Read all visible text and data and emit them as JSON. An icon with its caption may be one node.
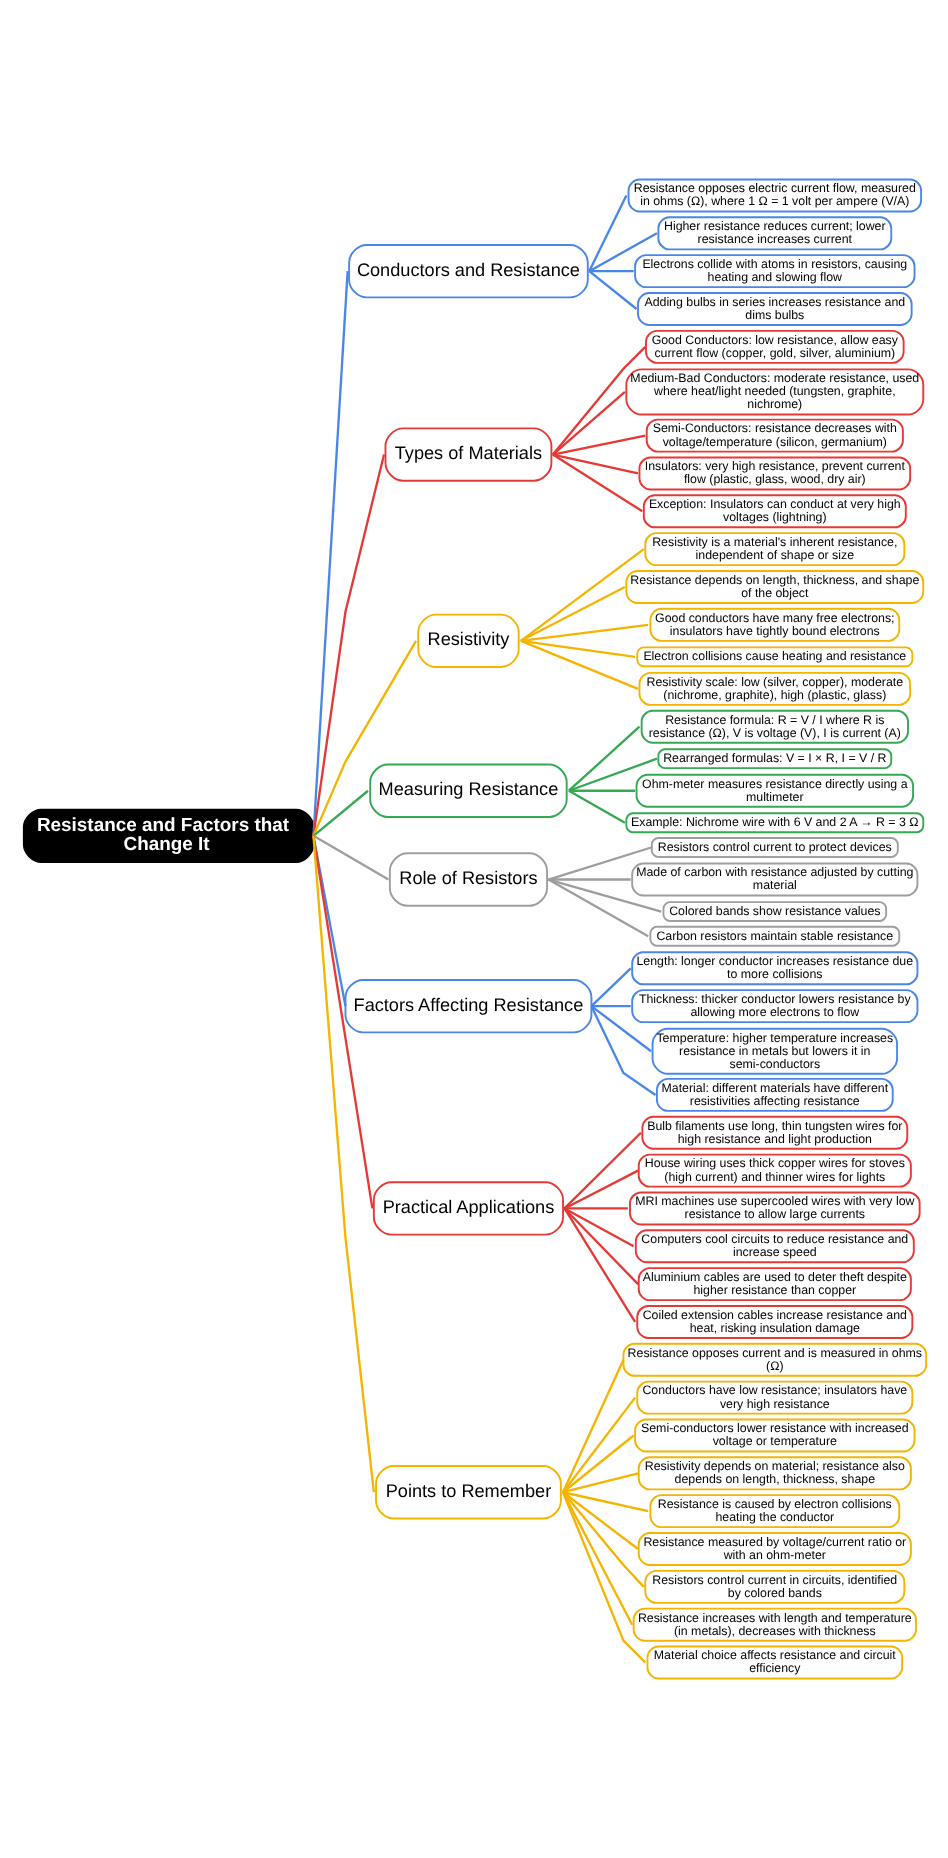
{
  "diagram": {
    "nodes": [
      {
        "text": [
          "Resistance and Factors that Change It"
        ]
      },
      {
        "text": [
          "Conductors and Resistance"
        ]
      },
      {
        "text": [
          "Resistance opposes electric current flow, measured in ohms (Ω), where 1 Ω = 1 volt per ampere (V/A)"
        ]
      },
      {
        "text": [
          "Higher resistance reduces current; lower resistance increases current"
        ]
      },
      {
        "text": [
          "Electrons collide with atoms in resistors, causing heating and slowing flow"
        ]
      },
      {
        "text": [
          "Adding bulbs in series increases resistance and dims bulbs"
        ]
      },
      {
        "text": [
          "Types of Materials"
        ]
      },
      {
        "text": [
          "Good Conductors: low resistance, allow easy current flow (copper, gold, silver, aluminium)"
        ]
      },
      {
        "text": [
          "Medium-Bad Conductors: moderate resistance, used where heat/light needed (tungsten, graphite, nichrome)"
        ]
      },
      {
        "text": [
          "Semi-Conductors: resistance decreases with voltage/temperature (silicon, germanium)"
        ]
      },
      {
        "text": [
          "Insulators: very high resistance, prevent current flow (plastic, glass, wood, dry air)"
        ]
      },
      {
        "text": [
          "Exception: Insulators can conduct at very high voltages (lightning)"
        ]
      },
      {
        "text": [
          "Resistivity"
        ]
      },
      {
        "text": [
          "Resistivity is a material's inherent resistance, independent of shape or size"
        ]
      },
      {
        "text": [
          "Resistance depends on length, thickness, and shape of the object"
        ]
      },
      {
        "text": [
          "Good conductors have many free electrons; insulators have tightly bound electrons"
        ]
      },
      {
        "text": [
          "Electron collisions cause heating and resistance"
        ]
      },
      {
        "text": [
          "Resistivity scale: low (silver, copper), moderate (nichrome, graphite), high (plastic, glass)"
        ]
      },
      {
        "text": [
          "Measuring Resistance"
        ]
      },
      {
        "text": [
          "Resistance formula: R = V / I where R is resistance (Ω), V is voltage (V), I is current (A)"
        ]
      },
      {
        "text": [
          "Rearranged formulas: V = I × R, I = V / R"
        ]
      },
      {
        "text": [
          "Ohm-meter measures resistance directly using a multimeter"
        ]
      },
      {
        "text": [
          "Example: Nichrome wire with 6 V and 2 A → R = 3 Ω"
        ]
      },
      {
        "text": [
          "Role of Resistors"
        ]
      },
      {
        "text": [
          "Resistors control current to protect devices"
        ]
      },
      {
        "text": [
          "Made of carbon with resistance adjusted by cutting material"
        ]
      },
      {
        "text": [
          "Colored bands show resistance values"
        ]
      },
      {
        "text": [
          "Carbon resistors maintain stable resistance"
        ]
      },
      {
        "text": [
          "Factors Affecting Resistance"
        ]
      },
      {
        "text": [
          "Length: longer conductor increases resistance due to more collisions"
        ]
      },
      {
        "text": [
          "Thickness: thicker conductor lowers resistance by allowing more electrons to flow"
        ]
      },
      {
        "text": [
          "Temperature: higher temperature increases resistance in metals but lowers it in semi-conductors"
        ]
      },
      {
        "text": [
          "Material: different materials have different resistivities affecting resistance"
        ]
      },
      {
        "text": [
          "Practical Applications"
        ]
      },
      {
        "text": [
          "Bulb filaments use long, thin tungsten wires for high resistance and light production"
        ]
      },
      {
        "text": [
          "House wiring uses thick copper wires for stoves (high current) and thinner wires for lights"
        ]
      },
      {
        "text": [
          "MRI machines use supercooled wires with very low resistance to allow large currents"
        ]
      },
      {
        "text": [
          "Computers cool circuits to reduce resistance and increase speed"
        ]
      },
      {
        "text": [
          "Aluminium cables are used to deter theft despite higher resistance than copper"
        ]
      },
      {
        "text": [
          "Coiled extension cables increase resistance and heat, risking insulation damage"
        ]
      },
      {
        "text": [
          "Points to Remember"
        ]
      },
      {
        "text": [
          "Resistance opposes current and is measured in ohms (Ω)"
        ]
      },
      {
        "text": [
          "Conductors have low resistance; insulators have very high resistance"
        ]
      },
      {
        "text": [
          "Semi-conductors lower resistance with increased voltage or temperature"
        ]
      },
      {
        "text": [
          "Resistivity depends on material; resistance also depends on length, thickness, shape"
        ]
      },
      {
        "text": [
          "Resistance is caused by electron collisions heating the conductor"
        ]
      },
      {
        "text": [
          "Resistance measured by voltage/current ratio or with an ohm-meter"
        ]
      },
      {
        "text": [
          "Resistors control current in circuits, identified by colored bands"
        ]
      },
      {
        "text": [
          "Resistance increases with length and temperature (in metals), decreases with thickness"
        ]
      },
      {
        "text": [
          "Material choice affects resistance and circuit efficiency"
        ]
      }
    ],
    "edges": [
      {
        "from": 0,
        "to": 1,
        "arrow": "none",
        "color": "#4a86e8"
      },
      {
        "from": 1,
        "to": 2,
        "arrow": "none",
        "color": "#4a86e8"
      },
      {
        "from": 1,
        "to": 3,
        "arrow": "none",
        "color": "#4a86e8"
      },
      {
        "from": 1,
        "to": 4,
        "arrow": "none",
        "color": "#4a86e8"
      },
      {
        "from": 1,
        "to": 5,
        "arrow": "none",
        "color": "#4a86e8"
      },
      {
        "from": 0,
        "to": 6,
        "arrow": "none",
        "color": "#e53935"
      },
      {
        "from": 6,
        "to": 7,
        "arrow": "none",
        "color": "#e53935"
      },
      {
        "from": 6,
        "to": 8,
        "arrow": "none",
        "color": "#e53935"
      },
      {
        "from": 6,
        "to": 9,
        "arrow": "none",
        "color": "#e53935"
      },
      {
        "from": 6,
        "to": 10,
        "arrow": "none",
        "color": "#e53935"
      },
      {
        "from": 6,
        "to": 11,
        "arrow": "none",
        "color": "#e53935"
      },
      {
        "from": 0,
        "to": 12,
        "arrow": "none"
      },
      {
        "from": 12,
        "to": 13,
        "arrow": "none"
      },
      {
        "from": 12,
        "to": 14,
        "arrow": "none"
      },
      {
        "from": 12,
        "to": 15,
        "arrow": "none"
      },
      {
        "from": 12,
        "to": 16,
        "arrow": "none"
      },
      {
        "from": 12,
        "to": 17,
        "arrow": "none"
      },
      {
        "from": 0,
        "to": 18,
        "arrow": "none",
        "color": "#34a853"
      },
      {
        "from": 18,
        "to": 19,
        "arrow": "none",
        "color": "#34a853"
      },
      {
        "from": 18,
        "to": 20,
        "arrow": "none",
        "color": "#34a853"
      },
      {
        "from": 18,
        "to": 21,
        "arrow": "none",
        "color": "#34a853"
      },
      {
        "from": 18,
        "to": 22,
        "arrow": "none",
        "color": "#34a853"
      },
      {
        "from": 0,
        "to": 23,
        "arrow": "none",
        "color": "#9e9e9e"
      },
      {
        "from": 23,
        "to": 24,
        "arrow": "none",
        "color": "#9e9e9e"
      },
      {
        "from": 23,
        "to": 25,
        "arrow": "none",
        "color": "#9e9e9e"
      },
      {
        "from": 23,
        "to": 26,
        "arrow": "none",
        "color": "#9e9e9e"
      },
      {
        "from": 23,
        "to": 27,
        "arrow": "none",
        "color": "#9e9e9e"
      },
      {
        "from": 0,
        "to": 28,
        "arrow": "none",
        "color": "#4a86e8"
      },
      {
        "from": 28,
        "to": 29,
        "arrow": "none",
        "color": "#4a86e8"
      },
      {
        "from": 28,
        "to": 30,
        "arrow": "none",
        "color": "#4a86e8"
      },
      {
        "from": 28,
        "to": 31,
        "arrow": "none",
        "color": "#4a86e8"
      },
      {
        "from": 28,
        "to": 32,
        "arrow": "none",
        "color": "#4a86e8"
      },
      {
        "from": 0,
        "to": 33,
        "arrow": "none",
        "color": "#e53935"
      },
      {
        "from": 33,
        "to": 34,
        "arrow": "none",
        "color": "#e53935"
      },
      {
        "from": 33,
        "to": 35,
        "arrow": "none",
        "color": "#e53935"
      },
      {
        "from": 33,
        "to": 36,
        "arrow": "none",
        "color": "#e53935"
      },
      {
        "from": 33,
        "to": 37,
        "arrow": "none",
        "color": "#e53935"
      },
      {
        "from": 33,
        "to": 38,
        "arrow": "none",
        "color": "#e53935"
      },
      {
        "from": 33,
        "to": 39,
        "arrow": "none",
        "color": "#e53935"
      },
      {
        "from": 0,
        "to": 40,
        "arrow": "none"
      },
      {
        "from": 40,
        "to": 41,
        "arrow": "none"
      },
      {
        "from": 40,
        "to": 42,
        "arrow": "none"
      },
      {
        "from": 40,
        "to": 43,
        "arrow": "none"
      },
      {
        "from": 40,
        "to": 44,
        "arrow": "none"
      },
      {
        "from": 40,
        "to": 45,
        "arrow": "none"
      },
      {
        "from": 40,
        "to": 46,
        "arrow": "none"
      },
      {
        "from": 40,
        "to": 47,
        "arrow": "none"
      },
      {
        "from": 40,
        "to": 48,
        "arrow": "none"
      },
      {
        "from": 40,
        "to": 49,
        "arrow": "none"
      }
    ]
  }
}
